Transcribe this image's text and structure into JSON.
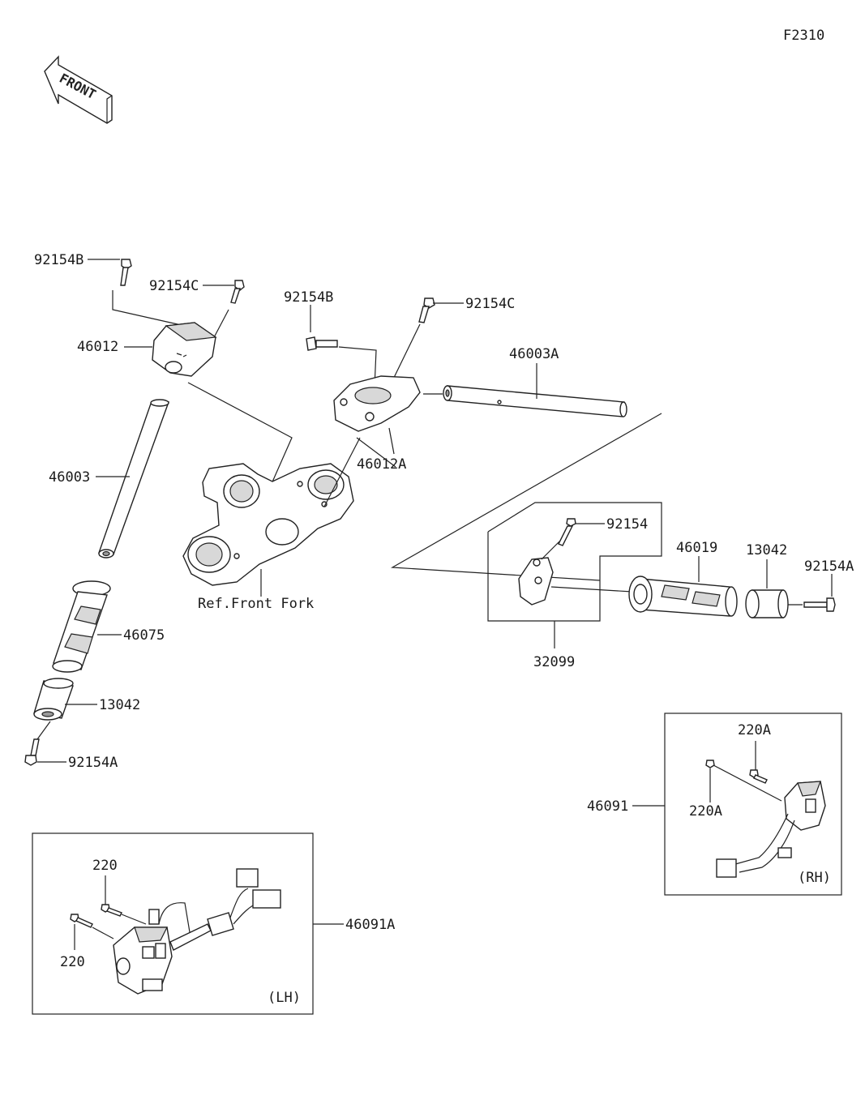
{
  "figure_id": "F2310",
  "front_arrow": {
    "text": "FRONT"
  },
  "labels": {
    "p92154B_left": "92154B",
    "p92154C_left": "92154C",
    "p46012": "46012",
    "p92154B_mid": "92154B",
    "p92154C_mid": "92154C",
    "p46003A": "46003A",
    "p46012A": "46012A",
    "p46003": "46003",
    "ref_front_fork": "Ref.Front Fork",
    "p46075": "46075",
    "p13042_left": "13042",
    "p92154A_left": "92154A",
    "p92154": "92154",
    "p46019": "46019",
    "p13042_right": "13042",
    "p92154A_right": "92154A",
    "p32099": "32099",
    "p220A_top": "220A",
    "p46091": "46091",
    "p220A_mid": "220A",
    "rh": "(RH)",
    "p220_top": "220",
    "p220_bottom": "220",
    "p46091A": "46091A",
    "lh": "(LH)"
  }
}
